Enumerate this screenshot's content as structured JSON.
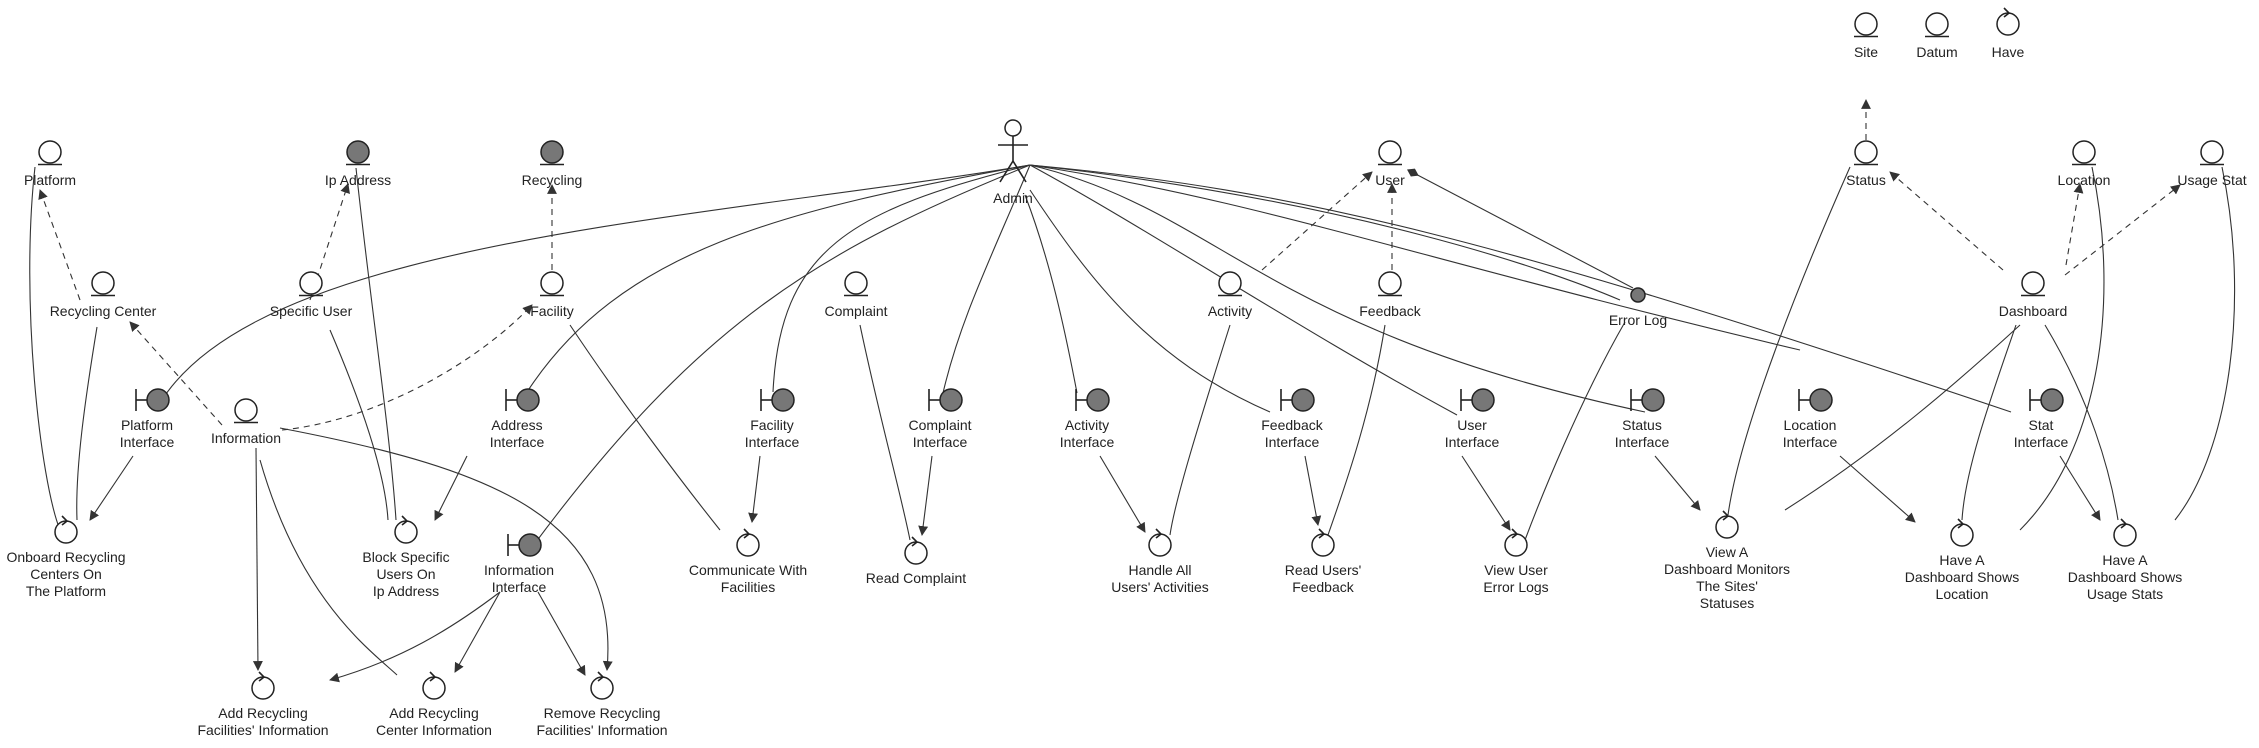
{
  "diagram": {
    "actor": {
      "label": "Admin"
    },
    "entities": {
      "site": "Site",
      "datum": "Datum",
      "have": "Have",
      "platform": "Platform",
      "ip_address": "Ip Address",
      "recycling": "Recycling",
      "user": "User",
      "status": "Status",
      "location": "Location",
      "usage_stat": "Usage Stat",
      "recycling_center": "Recycling Center",
      "specific_user": "Specific User",
      "facility": "Facility",
      "complaint": "Complaint",
      "activity": "Activity",
      "feedback": "Feedback",
      "error_log": "Error Log",
      "dashboard": "Dashboard",
      "information": "Information"
    },
    "boundaries": {
      "platform_interface": [
        "Platform",
        "Interface"
      ],
      "address_interface": [
        "Address",
        "Interface"
      ],
      "facility_interface": [
        "Facility",
        "Interface"
      ],
      "complaint_interface": [
        "Complaint",
        "Interface"
      ],
      "activity_interface": [
        "Activity",
        "Interface"
      ],
      "feedback_interface": [
        "Feedback",
        "Interface"
      ],
      "user_interface": [
        "User",
        "Interface"
      ],
      "status_interface": [
        "Status",
        "Interface"
      ],
      "location_interface": [
        "Location",
        "Interface"
      ],
      "stat_interface": [
        "Stat",
        "Interface"
      ],
      "information_interface": [
        "Information",
        "Interface"
      ]
    },
    "controls": {
      "onboard": [
        "Onboard Recycling",
        "Centers On",
        "The Platform"
      ],
      "block": [
        "Block Specific",
        "Users On",
        "Ip Address"
      ],
      "communicate": [
        "Communicate With",
        "Facilities"
      ],
      "read_complaint": [
        "Read Complaint"
      ],
      "handle_activities": [
        "Handle All",
        "Users' Activities"
      ],
      "read_feedback": [
        "Read Users'",
        "Feedback"
      ],
      "view_error_logs": [
        "View User",
        "Error Logs"
      ],
      "view_statuses": [
        "View A",
        "Dashboard Monitors",
        "The Sites'",
        "Statuses"
      ],
      "have_location": [
        "Have A",
        "Dashboard Shows",
        "Location"
      ],
      "have_usage": [
        "Have A",
        "Dashboard Shows",
        "Usage Stats"
      ],
      "add_facilities": [
        "Add Recycling",
        "Facilities' Information"
      ],
      "add_center": [
        "Add Recycling",
        "Center Information"
      ],
      "remove_facilities": [
        "Remove Recycling",
        "Facilities' Information"
      ]
    },
    "colors": {
      "stroke": "#222222",
      "filled_entity": "#777777",
      "fill": "#ffffff"
    }
  }
}
